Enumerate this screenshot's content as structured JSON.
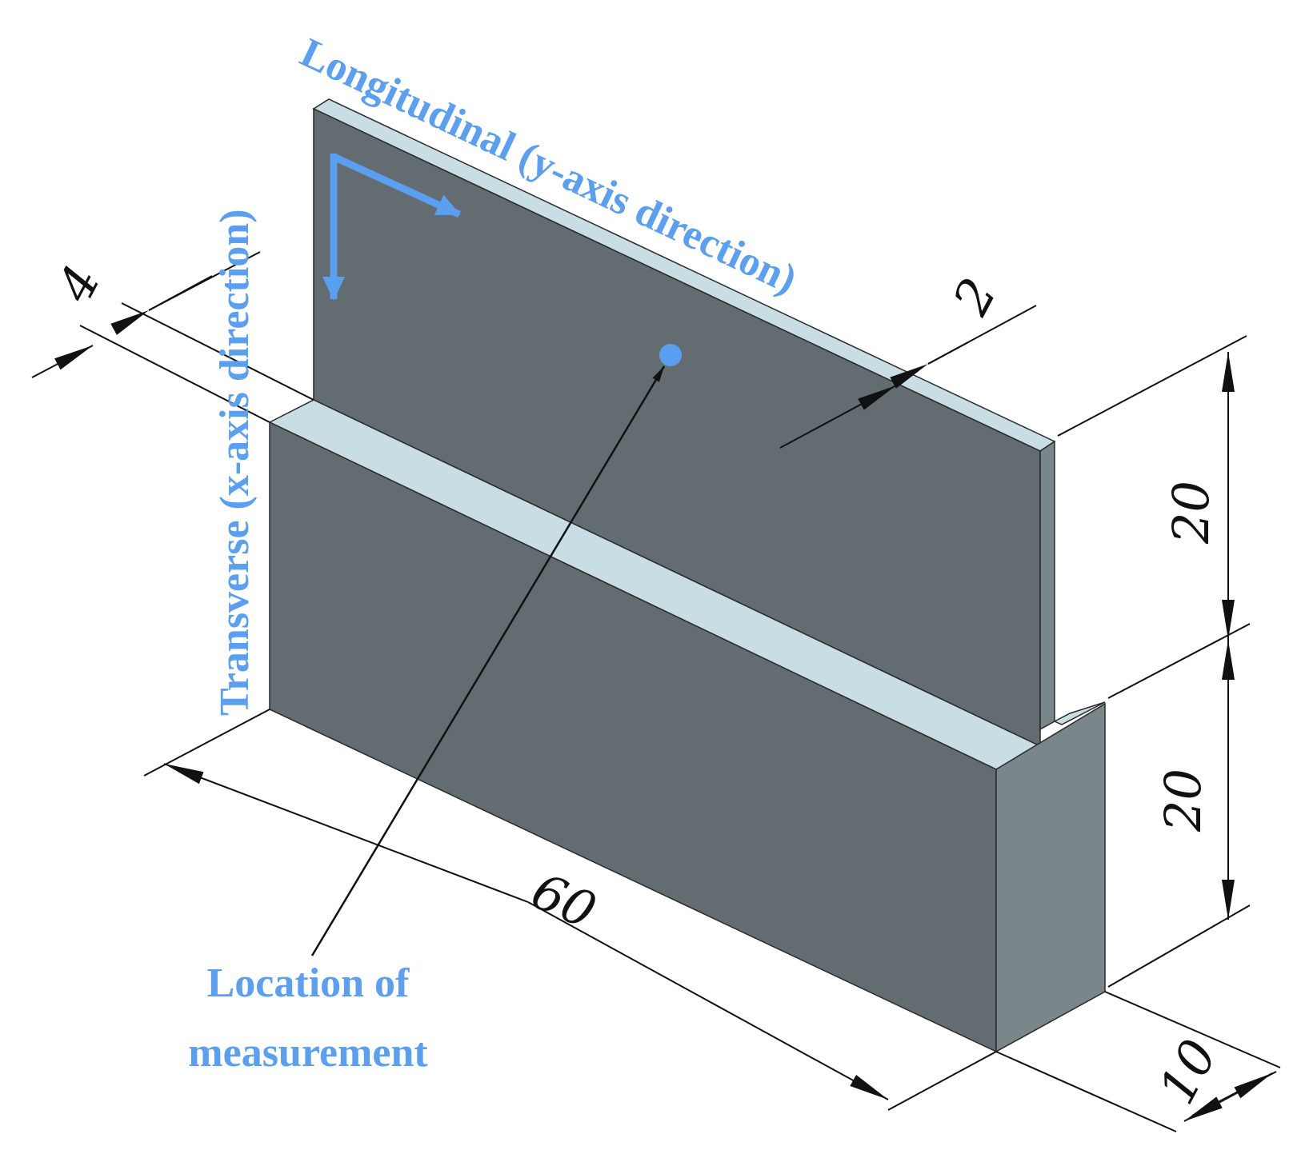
{
  "diagram": {
    "labels": {
      "longitudinal": "Longitudinal (y-axis direction)",
      "transverse": "Transverse (x-axis direction)",
      "location_line1": "Location of",
      "location_line2": "measurement"
    },
    "dimensions": {
      "thickness_top": "4",
      "web_thickness": "2",
      "web_height": "20",
      "base_height": "20",
      "length": "60",
      "base_width": "10"
    },
    "colors": {
      "accent": "#5b9ff0",
      "face_dark": "#636d71",
      "face_side": "#79868a",
      "face_top": "#c8dde4",
      "line": "#111111"
    }
  }
}
